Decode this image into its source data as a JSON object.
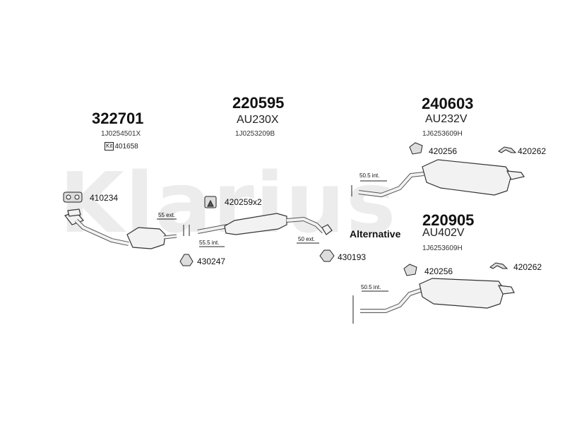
{
  "watermark": "Klarius",
  "groups": {
    "front": {
      "part_no": "322701",
      "oem": "1J0254501X",
      "kit_badge": "Kit",
      "kit_no": "401658",
      "gasket_no": "410234"
    },
    "middle": {
      "part_no": "220595",
      "code": "AU230X",
      "oem": "1J0253209B",
      "mount_no": "420259x2"
    },
    "rear": {
      "part_no": "240603",
      "code": "AU232V",
      "oem": "1J6253609H",
      "clamp_no": "420256",
      "hanger_no": "420262",
      "dim": "50.5 int."
    },
    "alternative": {
      "label": "Alternative",
      "part_no": "220905",
      "code": "AU402V",
      "oem": "1J6253609H",
      "clamp_no": "420256",
      "hanger_no": "420262",
      "dim": "50.5 int."
    }
  },
  "dims": {
    "d55_ext": "55 ext.",
    "d55_5_int": "55.5 int.",
    "d50_ext": "50 ext."
  },
  "clamps": {
    "c430247": "430247",
    "c430193": "430193"
  }
}
